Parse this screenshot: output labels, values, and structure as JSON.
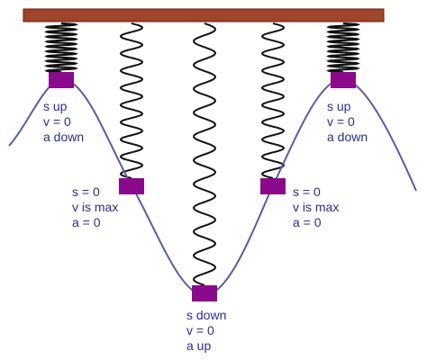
{
  "colors": {
    "ceiling": "#a0442a",
    "ceiling_edge": "#5a1f10",
    "spring": "#111111",
    "wave": "#5a5aa8",
    "mass": "#8b0a8b",
    "text": "#2c2c8c"
  },
  "positions": [
    {
      "id": "top-left",
      "lines": [
        "s up",
        "v = 0",
        "a down"
      ]
    },
    {
      "id": "mid-left",
      "lines": [
        "s = 0",
        "v is max",
        "a = 0"
      ]
    },
    {
      "id": "bottom",
      "lines": [
        "s down",
        "v = 0",
        "a up"
      ]
    },
    {
      "id": "mid-right",
      "lines": [
        "s = 0",
        "v is max",
        "a = 0"
      ]
    },
    {
      "id": "top-right",
      "lines": [
        "s up",
        "v = 0",
        "a down"
      ]
    }
  ]
}
